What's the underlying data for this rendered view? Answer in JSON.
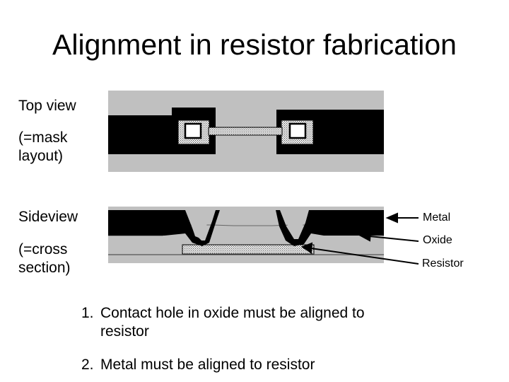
{
  "slide": {
    "title": "Alignment in resistor fabrication",
    "top_view_label": "Top view",
    "mask_label_line1": "(=mask",
    "mask_label_line2": "layout)",
    "side_view_label": "Sideview",
    "cross_label_line1": "(=cross",
    "cross_label_line2": "section)",
    "legend": {
      "metal": "Metal",
      "oxide": "Oxide",
      "resistor": "Resistor"
    },
    "notes": [
      {
        "number": "1.",
        "line1": "Contact hole in oxide must be aligned to",
        "line2": "resistor"
      },
      {
        "number": "2.",
        "line1": "Metal must be aligned to resistor"
      }
    ]
  }
}
